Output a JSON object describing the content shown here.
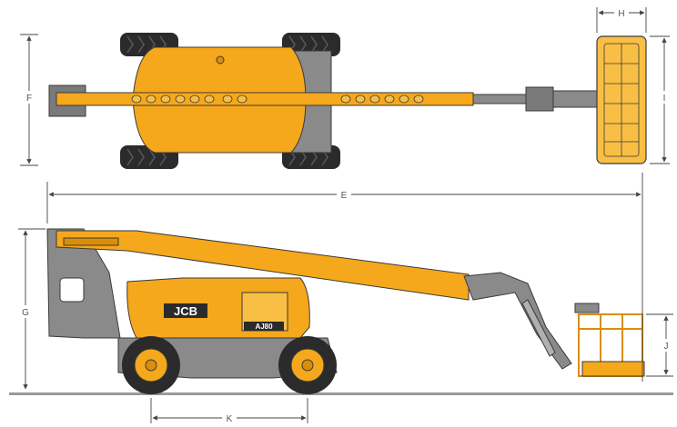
{
  "colors": {
    "boom_yellow": "#f5a81c",
    "boom_yellow_light": "#f9bf45",
    "boom_yellow_dark": "#d98e0a",
    "chassis_gray": "#8a8a8a",
    "chassis_gray_dark": "#5e5e5e",
    "tire_black": "#2b2b2b",
    "outline": "#3a3a3a",
    "dimension_line": "#444444",
    "ground": "#9a9a9a"
  },
  "brand": {
    "logo": "JCB",
    "model": "AJ80"
  },
  "dimensions": {
    "E": "E",
    "F": "F",
    "G": "G",
    "H": "H",
    "I": "I",
    "J": "J",
    "K": "K"
  }
}
